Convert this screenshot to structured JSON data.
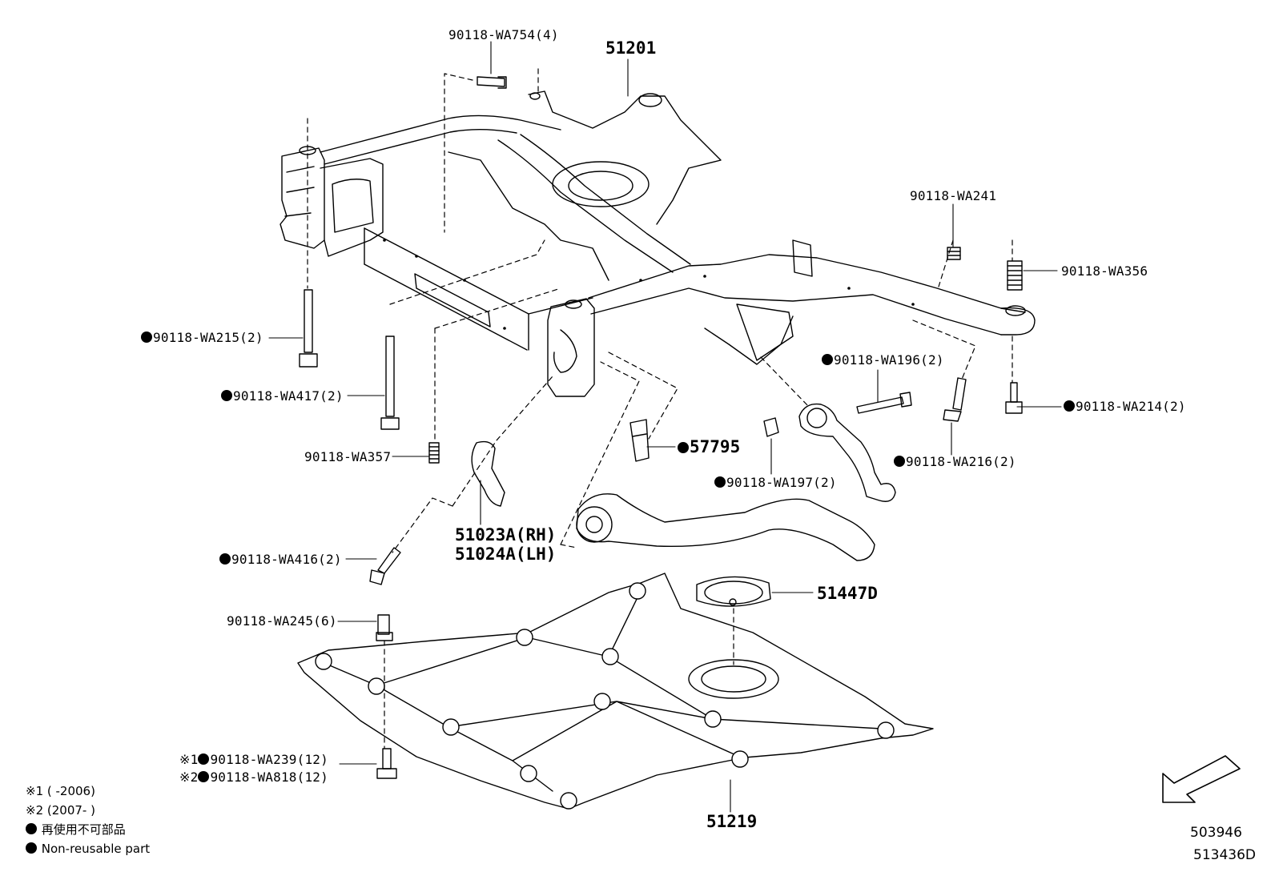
{
  "part_labels": {
    "bolt_wa754": "90118-WA754(4)",
    "crossmember": "51201",
    "bolt_wa241": "90118-WA241",
    "bolt_wa356": "90118-WA356",
    "bolt_wa215": "90118-WA215(2)",
    "bolt_wa196": "90118-WA196(2)",
    "bolt_wa417": "90118-WA417(2)",
    "bolt_wa214": "90118-WA214(2)",
    "nut_57795": "57795",
    "bolt_wa357": "90118-WA357",
    "bolt_wa216": "90118-WA216(2)",
    "bolt_wa197": "90118-WA197(2)",
    "bracket_rh": "51023A(RH)",
    "bracket_lh": "51024A(LH)",
    "bolt_wa416": "90118-WA416(2)",
    "plate_51447d": "51447D",
    "bolt_wa245": "90118-WA245(6)",
    "bolt_wa239": "90118-WA239(12)",
    "bolt_wa818": "90118-WA818(12)",
    "under_cover": "51219"
  },
  "marks": {
    "note1": "※1",
    "note2": "※2"
  },
  "legend": {
    "note1": "※1 (      -2006)",
    "note2": "※2 (2007-       )",
    "non_reusable_jp": "再使用不可部品",
    "non_reusable_en": "Non-reusable part"
  },
  "references": {
    "code1": "503946",
    "code2": "513436D"
  },
  "icons": {
    "non_reusable": "filled-circle-icon",
    "front_direction": "arrow-icon"
  },
  "colors": {
    "ink": "#000000",
    "paper": "#ffffff"
  }
}
